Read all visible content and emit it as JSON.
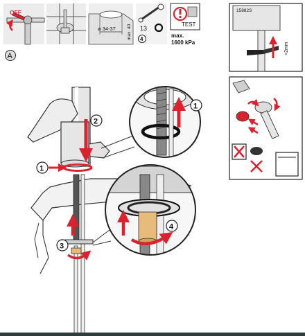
{
  "top_strip": {
    "off_label": "OFF",
    "hole_size": "ø 34-37",
    "max_thickness": "max. 40",
    "wrench_size": "13",
    "hose_count": "4",
    "test_label": "TEST",
    "pressure_line1": "max.",
    "pressure_line2": "1600 kPa"
  },
  "figure_a": {
    "marker": "A",
    "step1": "1",
    "step2": "2",
    "step3": "3",
    "zoom1_step": "1",
    "zoom2_step": "4"
  },
  "side_panel_1": {
    "part_number": "15882S",
    "clearance": "<2mm"
  },
  "colors": {
    "accent_red": "#d9232e",
    "chrome": "#e2e2e2",
    "outline": "#222222",
    "bottom_bar": "#2e3c3c",
    "brass": "#e6bb7c"
  }
}
